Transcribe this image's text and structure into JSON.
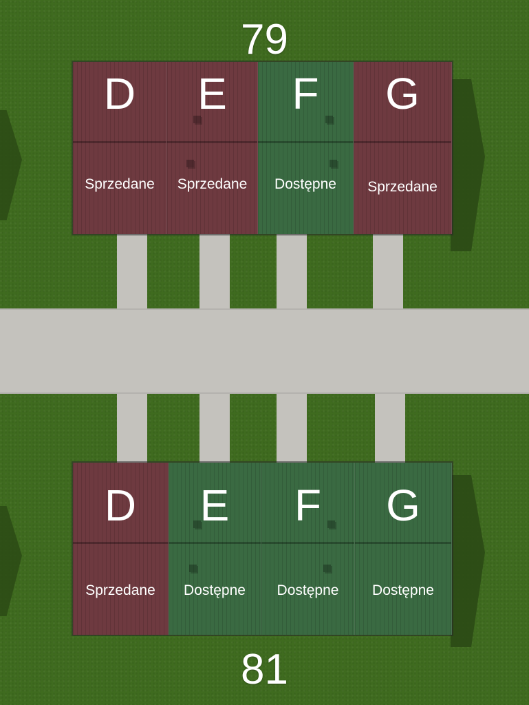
{
  "buildings": [
    {
      "number": "79",
      "units": [
        {
          "letter": "D",
          "status": "Sprzedane",
          "state": "sold"
        },
        {
          "letter": "E",
          "status": "Sprzedane",
          "state": "sold"
        },
        {
          "letter": "F",
          "status": "Dostępne",
          "state": "available"
        },
        {
          "letter": "G",
          "status": "Sprzedane",
          "state": "sold"
        }
      ]
    },
    {
      "number": "81",
      "units": [
        {
          "letter": "D",
          "status": "Sprzedane",
          "state": "sold"
        },
        {
          "letter": "E",
          "status": "Dostępne",
          "state": "available"
        },
        {
          "letter": "F",
          "status": "Dostępne",
          "state": "available"
        },
        {
          "letter": "G",
          "status": "Dostępne",
          "state": "available"
        }
      ]
    }
  ],
  "colors": {
    "sold": "#6e3a40",
    "available": "#3a6a42",
    "grass": "#3f6b1f",
    "road": "#c4c2bd"
  }
}
